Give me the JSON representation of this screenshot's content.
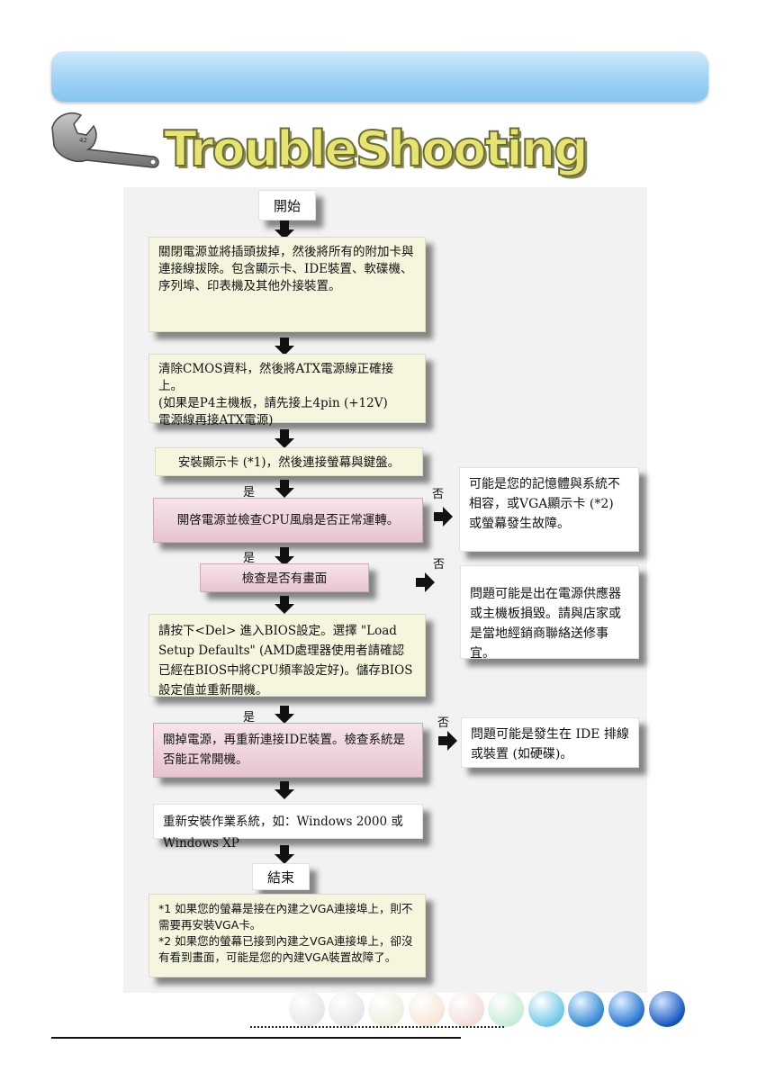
{
  "title": "TroubleShooting",
  "flow": {
    "start": "開始",
    "step1": "關閉電源並將插頭拔掉，然後將所有的附加卡與連接線拔除。包含顯示卡、IDE裝置、軟碟機、序列埠、印表機及其他外接裝置。",
    "step2_l1": "清除CMOS資料，然後將ATX電源線正確接上。",
    "step2_l2": "(如果是P4主機板，請先接上4pin (+12V)",
    "step2_l3": "電源線再接ATX電源)",
    "step3": "安裝顯示卡 (*1)，然後連接螢幕與鍵盤。",
    "step4": "開啓電源並檢查CPU風扇是否正常運轉。",
    "step5": "檢查是否有畫面",
    "step6": "請按下<Del> 進入BIOS設定。選擇 \"Load Setup Defaults\" (AMD處理器使用者請確認已經在BIOS中將CPU頻率設定好)。儲存BIOS設定值並重新開機。",
    "step7": "關掉電源，再重新連接IDE裝置。檢查系統是否能正常開機。",
    "step8": "重新安裝作業系統，如：Windows 2000 或 Windows XP",
    "end": "結束",
    "yes": "是",
    "no": "否",
    "side1": "可能是您的記憶體與系統不相容，或VGA顯示卡 (*2) 或螢幕發生故障。",
    "side2": "問題可能是出在電源供應器或主機板損毀。請與店家或是當地經銷商聯絡送修事宜。",
    "side3": "問題可能是發生在 IDE 排線或裝置 (如硬碟)。"
  },
  "notes": {
    "n1": "*1 如果您的螢幕是接在內建之VGA連接埠上，則不需要再安裝VGA卡。",
    "n2": "*2 如果您的螢幕已接到內建之VGA連接埠上，卻沒有看到畫面，可能是您的內建VGA裝置故障了。"
  },
  "colors": {
    "banner": "#9fd2f6",
    "yellow_box": "#f6f6df",
    "pink_box": "#e6c4d0",
    "title_fill": "#e8e470"
  },
  "icons": [
    "wrench-icon",
    "decorative-circle-icon"
  ]
}
